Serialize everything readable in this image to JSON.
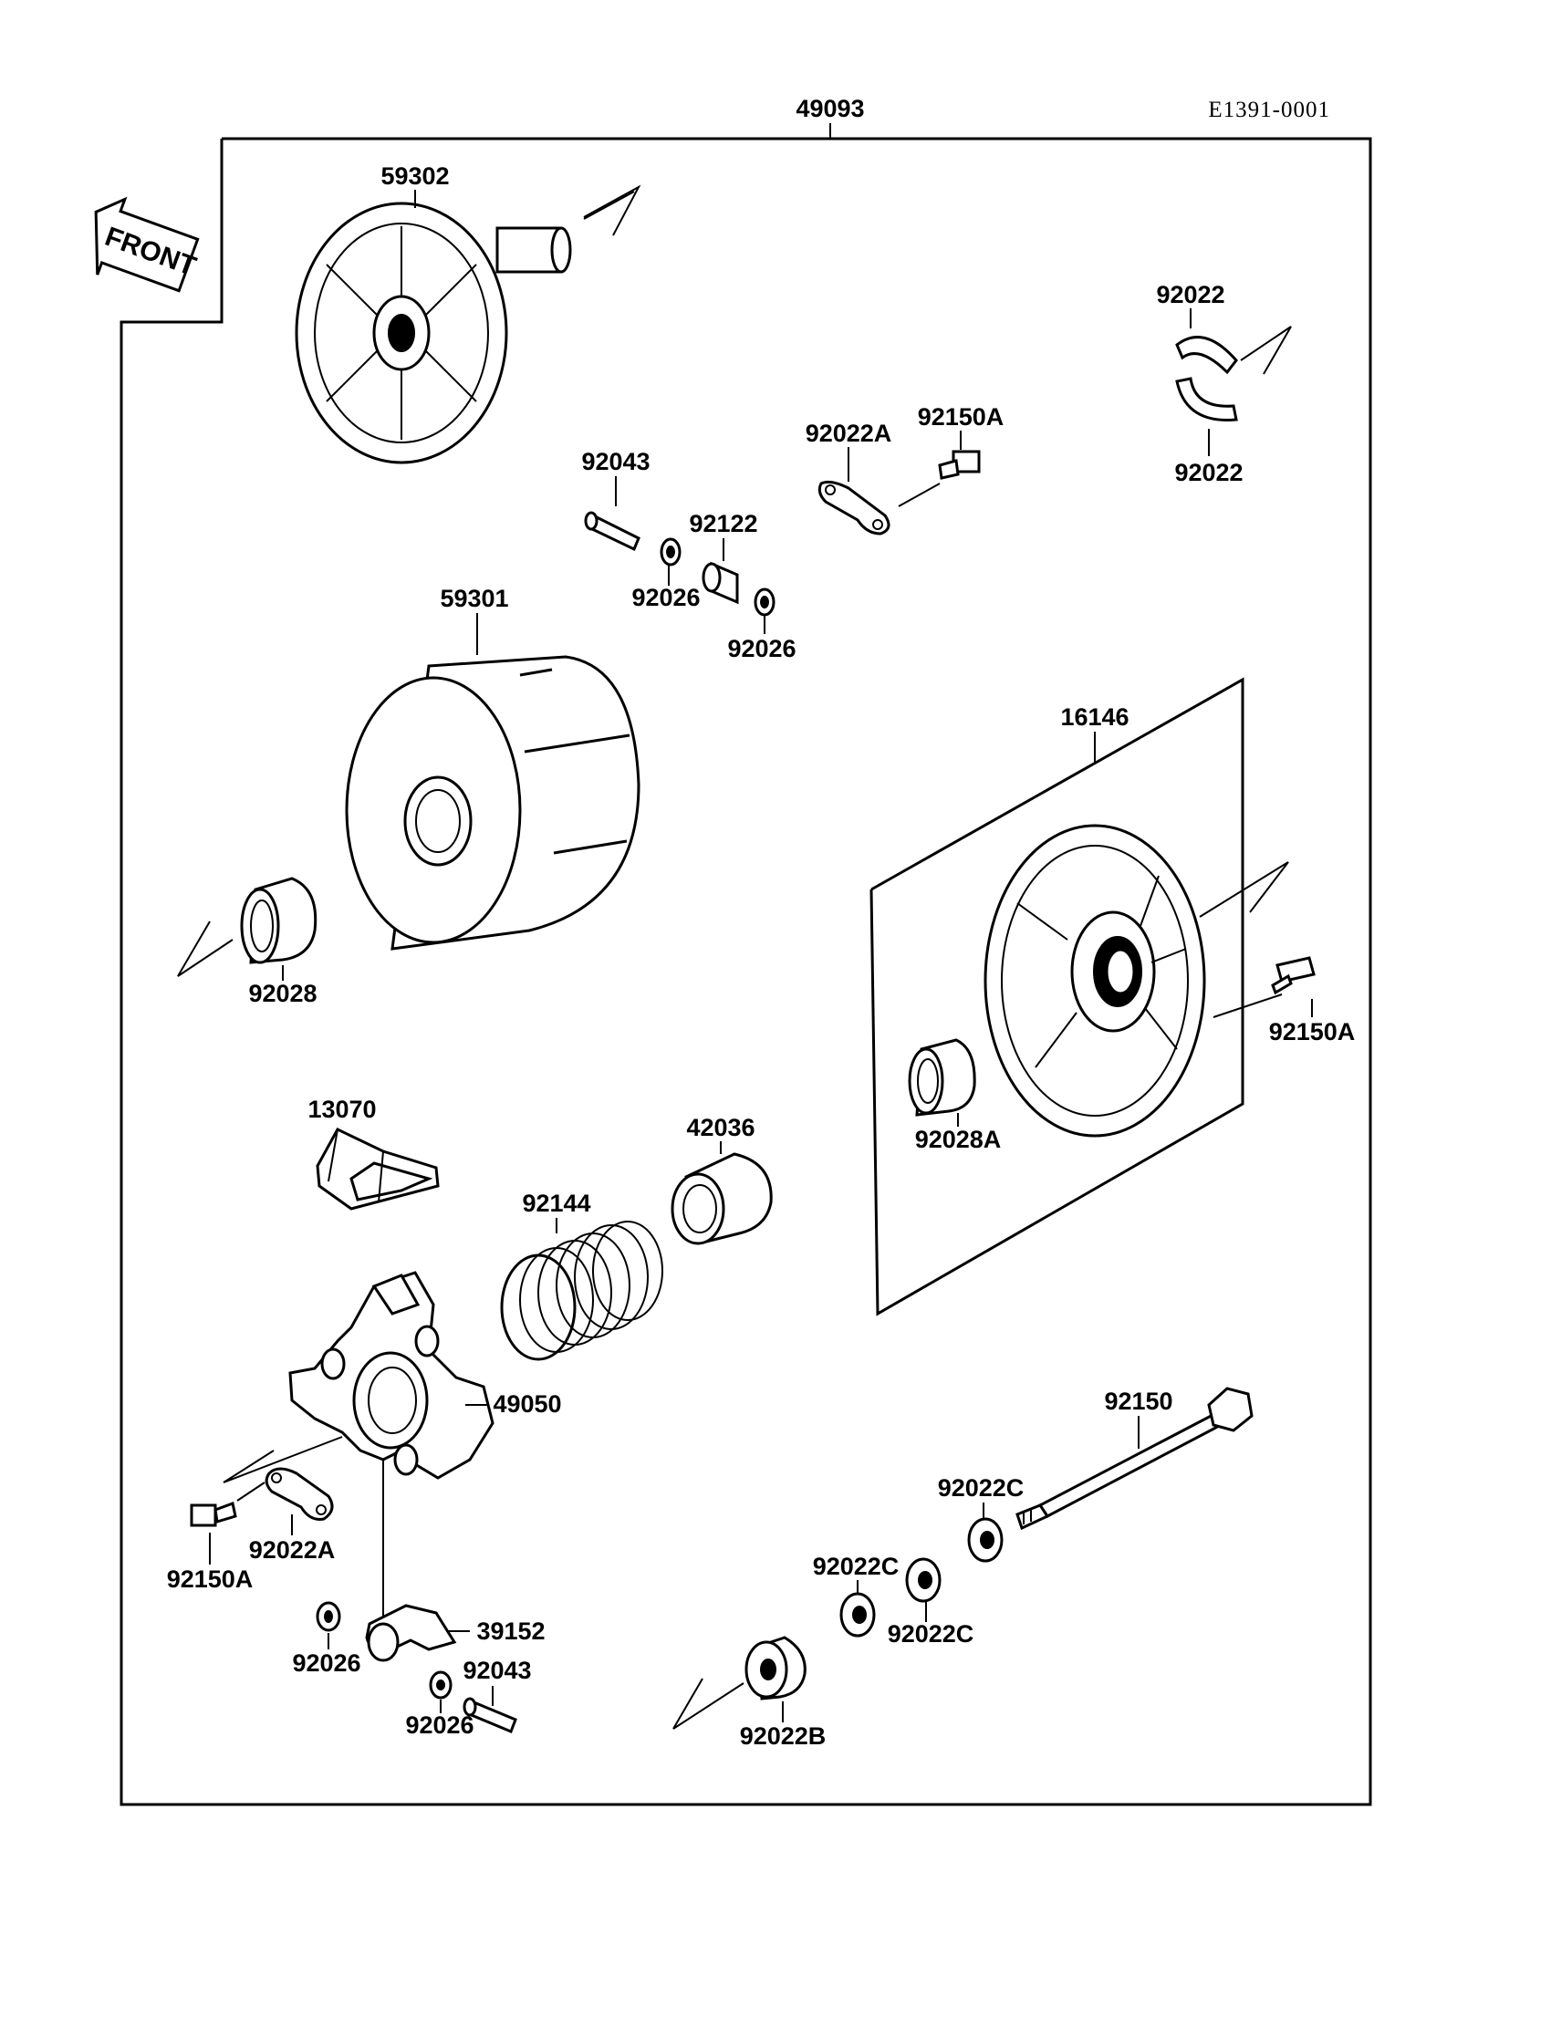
{
  "drawing_code": "E1391-0001",
  "front_label": "FRONT",
  "parts": {
    "p49093": "49093",
    "p59302": "59302",
    "p92022_top": "92022",
    "p92022_bottom": "92022",
    "p92043_top": "92043",
    "p92022A_top": "92022A",
    "p92150A_top": "92150A",
    "p92122": "92122",
    "p92026_a": "92026",
    "p92026_b": "92026",
    "p59301": "59301",
    "p16146": "16146",
    "p92028": "92028",
    "p92150A_right": "92150A",
    "p92028A": "92028A",
    "p13070": "13070",
    "p42036": "42036",
    "p92144": "92144",
    "p49050": "49050",
    "p92150": "92150",
    "p92022C_1": "92022C",
    "p92150A_left": "92150A",
    "p92022A_left": "92022A",
    "p92022C_2": "92022C",
    "p92022C_3": "92022C",
    "p39152": "39152",
    "p92026_c": "92026",
    "p92043_bottom": "92043",
    "p92026_d": "92026",
    "p92022B": "92022B"
  }
}
